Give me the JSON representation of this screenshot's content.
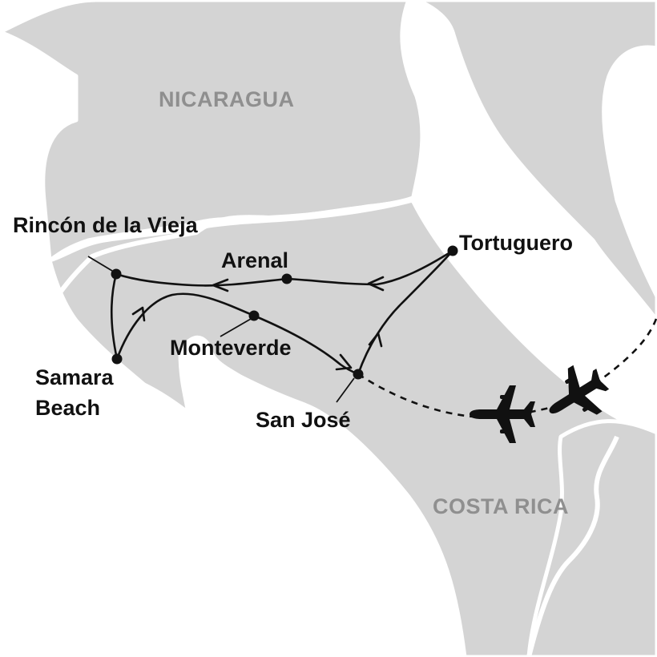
{
  "map": {
    "countries": [
      {
        "id": "nicaragua",
        "label": "NICARAGUA"
      },
      {
        "id": "costa-rica",
        "label": "COSTA RICA"
      }
    ],
    "stops": [
      {
        "id": "rincon-de-la-vieja",
        "lines": [
          "Rincón de la Vieja"
        ]
      },
      {
        "id": "arenal",
        "lines": [
          "Arenal"
        ]
      },
      {
        "id": "tortuguero",
        "lines": [
          "Tortuguero"
        ]
      },
      {
        "id": "monteverde",
        "lines": [
          "Monteverde"
        ]
      },
      {
        "id": "samara-beach",
        "lines": [
          "Samara",
          "Beach"
        ]
      },
      {
        "id": "san-jose",
        "lines": [
          "San José"
        ]
      }
    ],
    "route_order": [
      "san-jose",
      "tortuguero",
      "arenal",
      "rincon-de-la-vieja",
      "samara-beach",
      "monteverde",
      "san-jose"
    ],
    "flight": {
      "from": "san-jose",
      "icons": [
        "airplane-icon",
        "airplane-icon"
      ],
      "style": "dashed"
    },
    "colors": {
      "land": "#d4d4d4",
      "water": "#ffffff",
      "country_label": "#8f8f8f",
      "route": "#111111"
    }
  }
}
